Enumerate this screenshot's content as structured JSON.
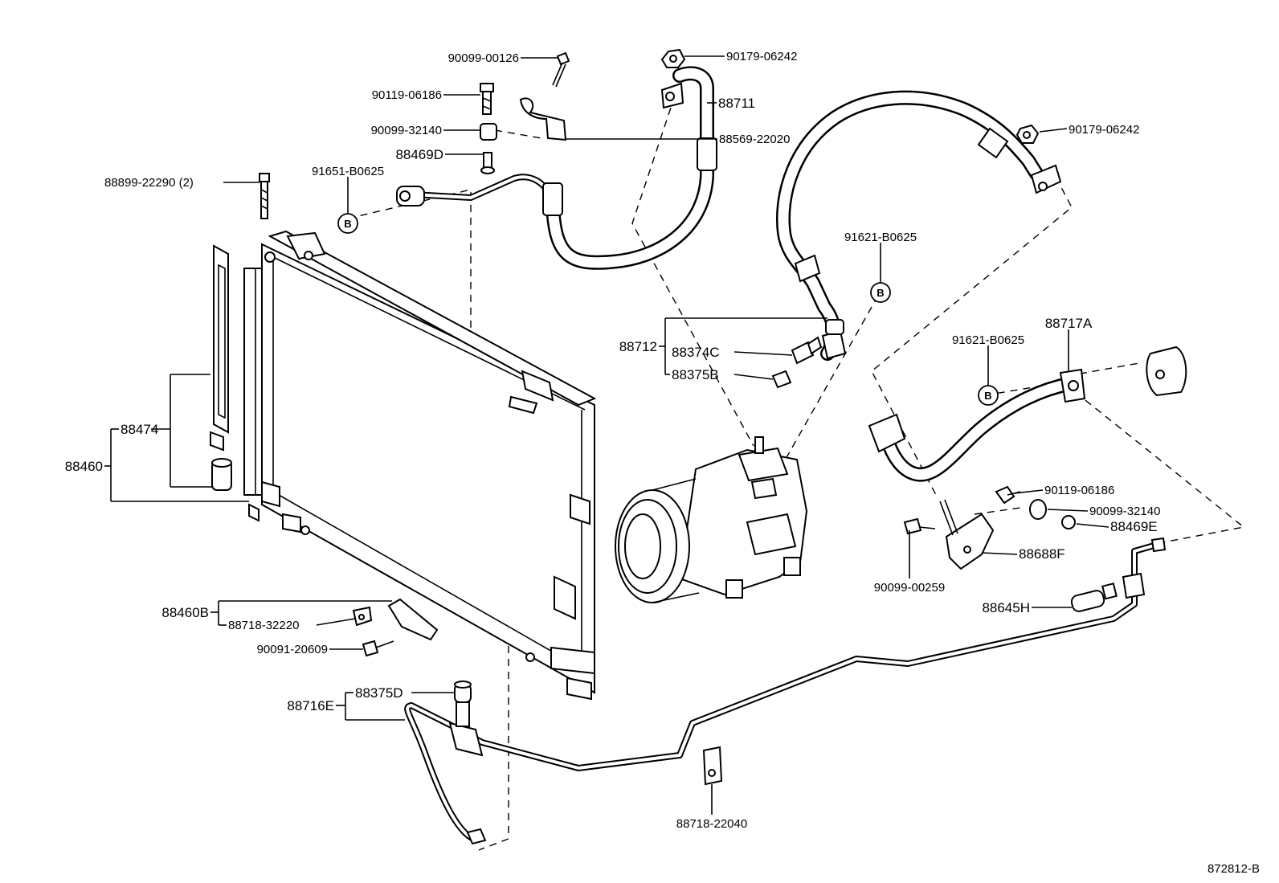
{
  "diagram_id": "872812-B",
  "labels": {
    "p90099_00126": "90099-00126",
    "p90179_06242a": "90179-06242",
    "p90119_06186a": "90119-06186",
    "p88711": "88711",
    "p90099_32140a": "90099-32140",
    "p88569_22020": "88569-22020",
    "p90179_06242b": "90179-06242",
    "p88469D": "88469D",
    "p91651_B0625": "91651-B0625",
    "p88899_22290": "88899-22290 (2)",
    "p91621_B0625a": "91621-B0625",
    "p88712": "88712",
    "p88374C": "88374C",
    "p88375B": "88375B",
    "p88717A": "88717A",
    "p91621_B0625b": "91621-B0625",
    "p88474": "88474",
    "p88460": "88460",
    "p90119_06186b": "90119-06186",
    "p90099_32140b": "90099-32140",
    "p88469E": "88469E",
    "p88688F": "88688F",
    "p90099_00259": "90099-00259",
    "p88645H": "88645H",
    "p88460B": "88460B",
    "p88718_32220": "88718-32220",
    "p90091_20609": "90091-20609",
    "p88375D": "88375D",
    "p88716E": "88716E",
    "p88718_22040": "88718-22040"
  },
  "markers": {
    "b": "B"
  }
}
